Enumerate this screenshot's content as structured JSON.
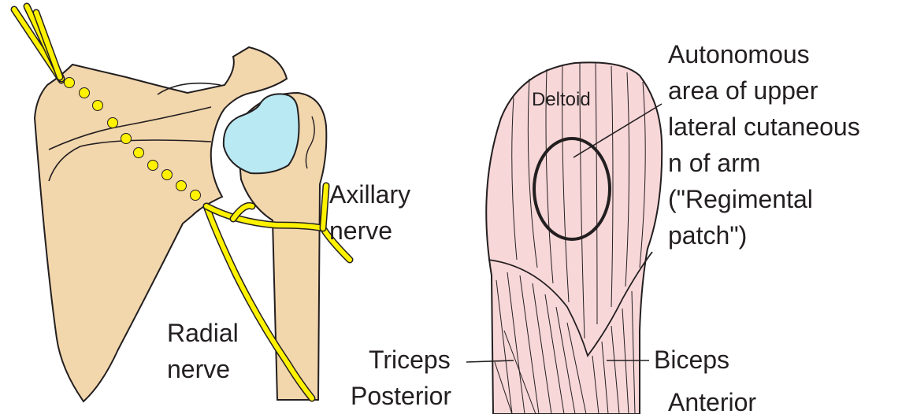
{
  "labels": {
    "axillary_line1": "Axillary",
    "axillary_line2": "nerve",
    "radial_line1": "Radial",
    "radial_line2": "nerve",
    "deltoid": "Deltoid",
    "autonomous_line1": "Autonomous",
    "autonomous_line2": "area of upper",
    "autonomous_line3": "lateral cutaneous",
    "autonomous_line4": "n of arm",
    "autonomous_line5": "(\"Regimental",
    "autonomous_line6": "patch\")",
    "triceps": "Triceps",
    "biceps": "Biceps",
    "posterior": "Posterior",
    "anterior": "Anterior"
  },
  "colors": {
    "bone": "#f2d6ac",
    "nerve": "#fff200",
    "glenoid": "#b9e9f3",
    "skin": "#f8d7d8",
    "outline": "#231f20"
  }
}
